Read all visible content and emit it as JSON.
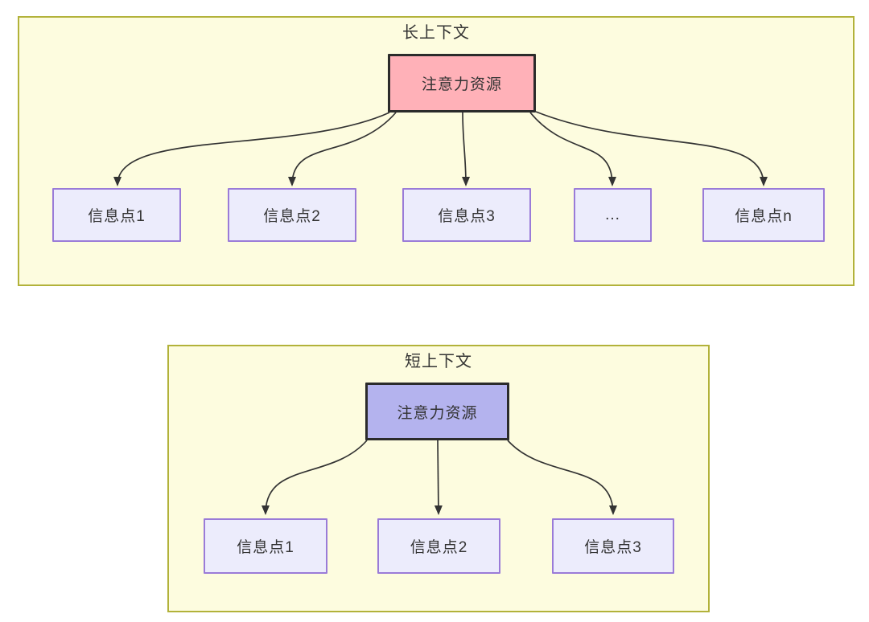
{
  "long_context": {
    "title": "长上下文",
    "attention_label": "注意力资源",
    "info_points": [
      "信息点1",
      "信息点2",
      "信息点3",
      "...",
      "信息点n"
    ]
  },
  "short_context": {
    "title": "短上下文",
    "attention_label": "注意力资源",
    "info_points": [
      "信息点1",
      "信息点2",
      "信息点3"
    ]
  },
  "colors": {
    "panel_background": "#fdfcdf",
    "panel_border": "#b2b23a",
    "long_attention_fill": "#ffb1b8",
    "short_attention_fill": "#b4b3ee",
    "attention_border": "#2b2b2b",
    "info_fill": "#ececfc",
    "info_border": "#9a7bd8",
    "arrow_color": "#333333",
    "text_color": "#333333"
  }
}
